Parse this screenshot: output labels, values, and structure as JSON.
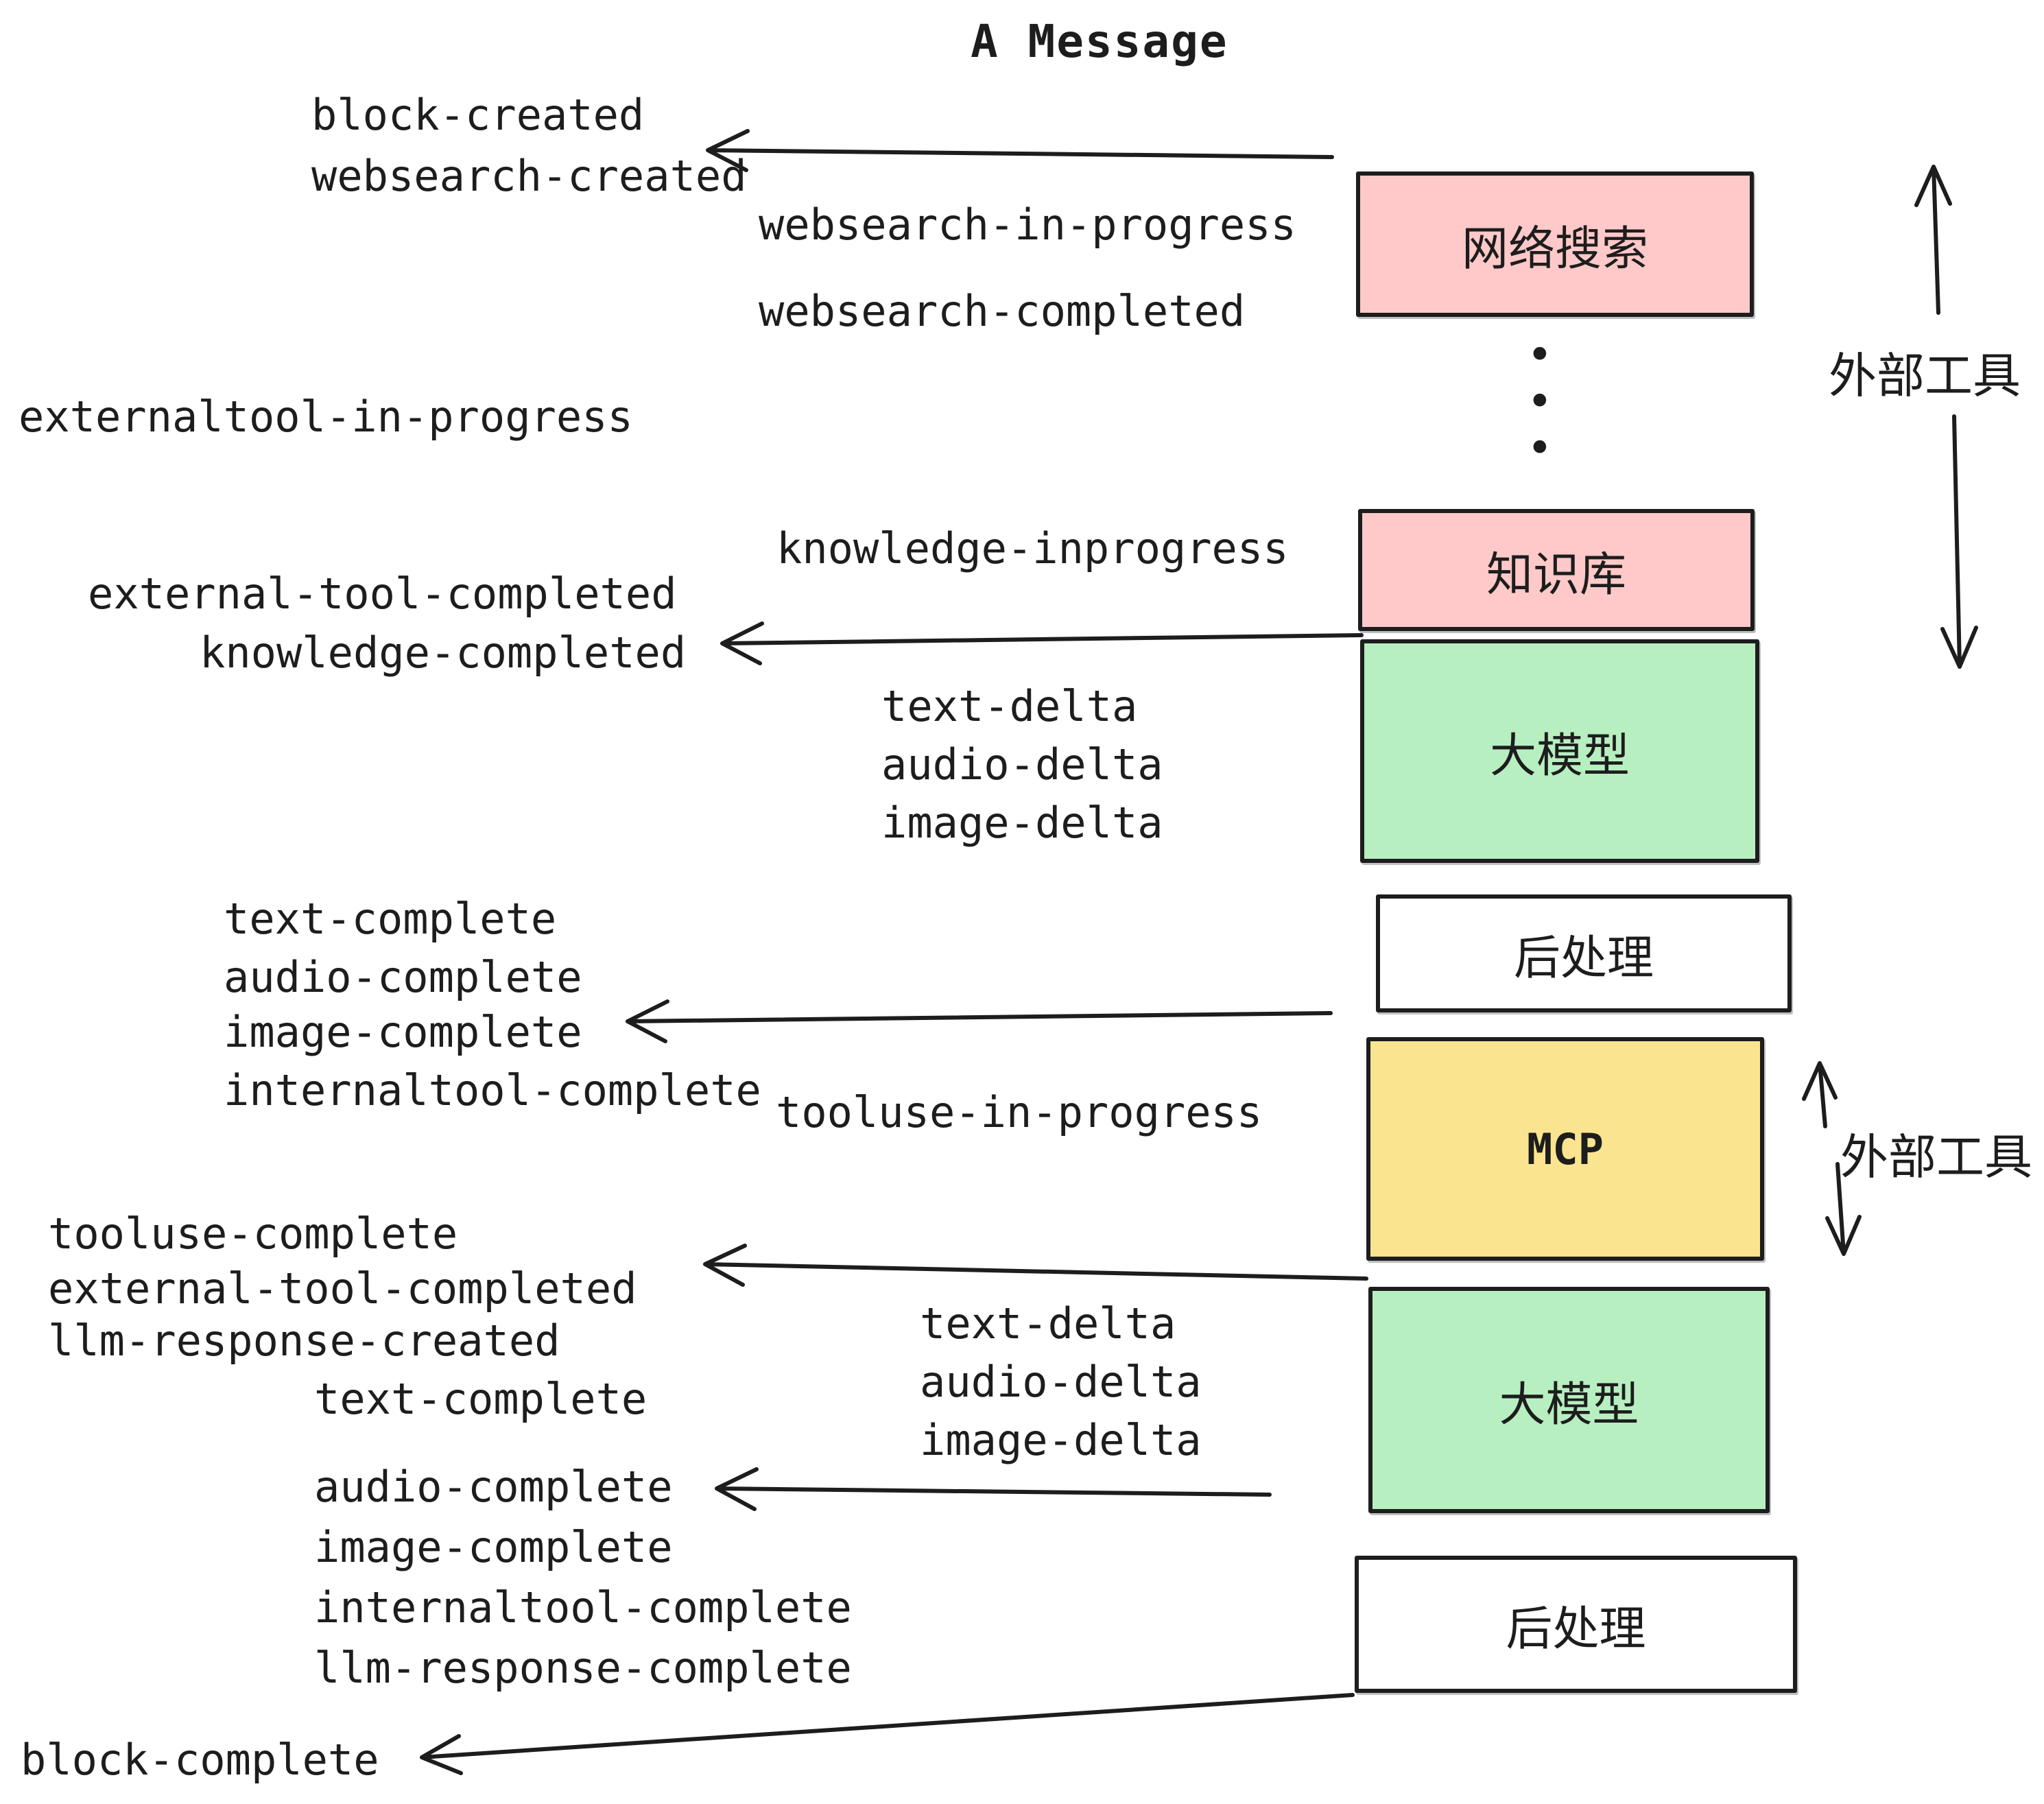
{
  "title": "A Message",
  "colors": {
    "pink": "#ffc9c9",
    "green": "#b7efc1",
    "yellow": "#fae48f",
    "white": "#ffffff",
    "ink": "#1d1d1d"
  },
  "boxes": [
    {
      "label": "网络搜索",
      "fill": "#ffc9c9"
    },
    {
      "label": "知识库",
      "fill": "#ffc9c9"
    },
    {
      "label": "大模型",
      "fill": "#b7efc1"
    },
    {
      "label": "后处理",
      "fill": "#ffffff"
    },
    {
      "label": "MCP",
      "fill": "#fae48f"
    },
    {
      "label": "大模型",
      "fill": "#b7efc1"
    },
    {
      "label": "后处理",
      "fill": "#ffffff"
    }
  ],
  "side_labels": {
    "external_tools_top": "外部工具",
    "external_tools_mcp": "外部工具"
  },
  "ellipsis": {
    "dot": "•"
  },
  "events": {
    "block_created": "block-created",
    "websearch_created": "websearch-created",
    "websearch_in_progress": "websearch-in-progress",
    "websearch_completed": "websearch-completed",
    "externaltool_in_progress": "externaltool-in-progress",
    "knowledge_inprogress": "knowledge-inprogress",
    "external_tool_completed": "external-tool-completed",
    "knowledge_completed": "knowledge-completed",
    "text_delta": "text-delta",
    "audio_delta": "audio-delta",
    "image_delta": "image-delta",
    "text_complete": "text-complete",
    "audio_complete": "audio-complete",
    "image_complete": "image-complete",
    "internaltool_complete": "internaltool-complete",
    "tooluse_in_progress": "tooluse-in-progress",
    "tooluse_complete": "tooluse-complete",
    "llm_response_created": "llm-response-created",
    "llm_response_complete": "llm-response-complete",
    "block_complete": "block-complete"
  }
}
